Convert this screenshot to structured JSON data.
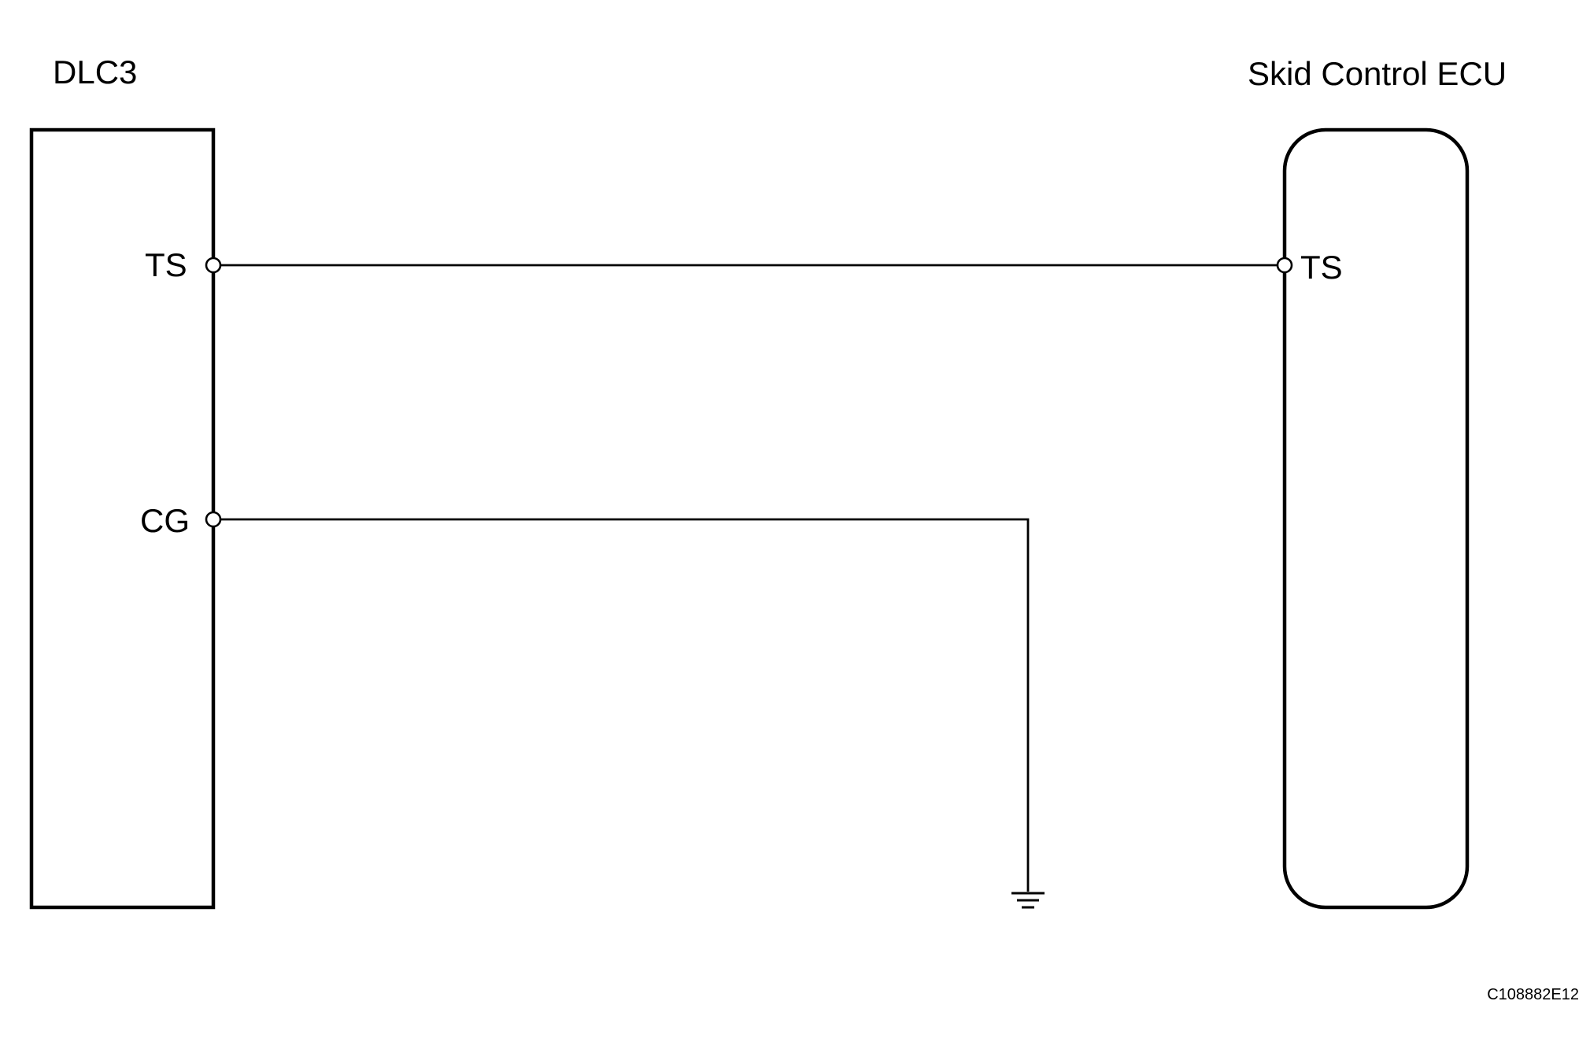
{
  "components": {
    "dlc3": {
      "name": "DLC3",
      "pins": {
        "ts": "TS",
        "cg": "CG"
      }
    },
    "ecu": {
      "name": "Skid Control ECU",
      "pins": {
        "ts": "TS"
      }
    }
  },
  "connections": [
    {
      "from": "DLC3.TS",
      "to": "Skid Control ECU.TS"
    },
    {
      "from": "DLC3.CG",
      "to": "ground"
    }
  ],
  "figure_code": "C108882E12"
}
